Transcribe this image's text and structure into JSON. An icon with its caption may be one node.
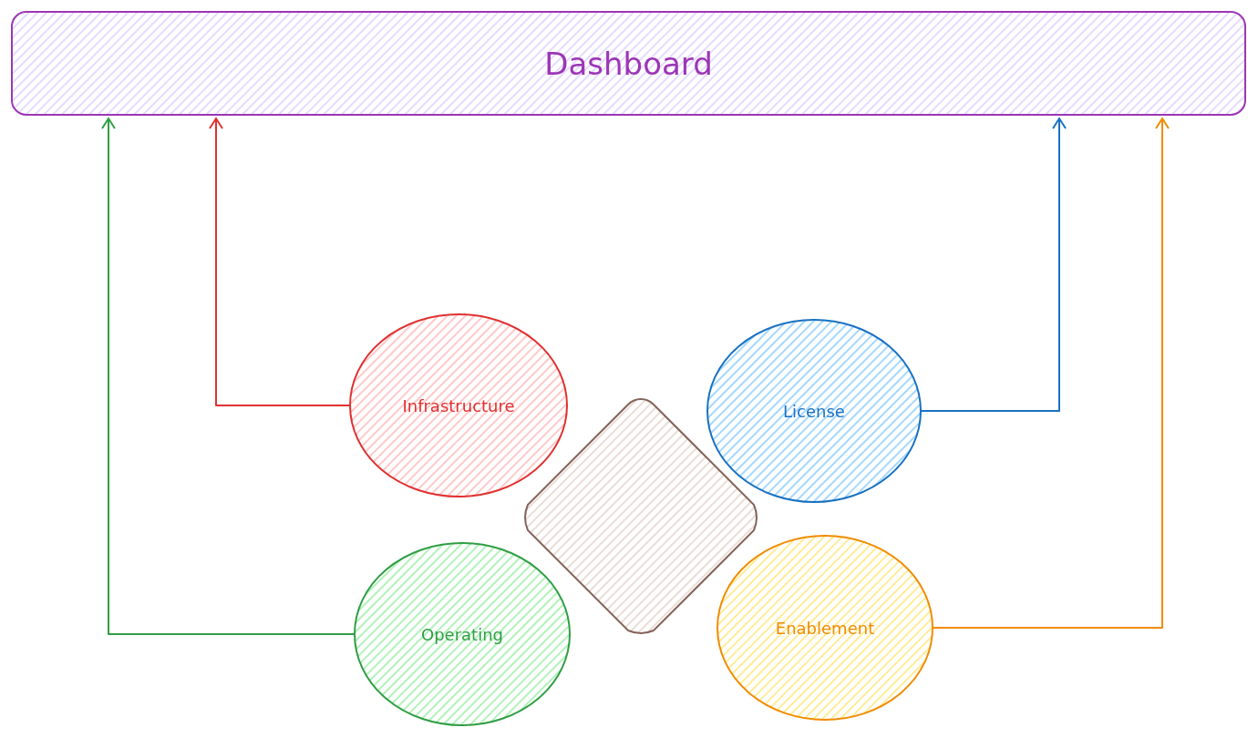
{
  "diagram": {
    "nodes": [
      {
        "text": [
          "Dashboard"
        ]
      },
      {
        "text": [
          "Infrastructure"
        ]
      },
      {
        "text": [
          "License"
        ]
      },
      {
        "text": [],
        "shape": "diamond"
      },
      {
        "text": [
          "Operating"
        ]
      },
      {
        "text": [
          "Enablement"
        ]
      }
    ],
    "edges": [
      {
        "from": 4,
        "to": 0,
        "arrow": "to",
        "color": "#2f9e44"
      },
      {
        "from": 1,
        "to": 0,
        "arrow": "to",
        "color": "#e03131"
      },
      {
        "from": 2,
        "to": 0,
        "arrow": "to",
        "color": "#1971c2"
      },
      {
        "from": 5,
        "to": 0,
        "arrow": "to",
        "color": "#f08c00"
      }
    ]
  }
}
